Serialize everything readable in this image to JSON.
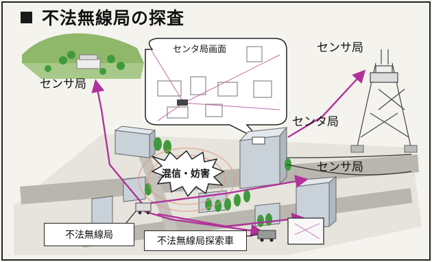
{
  "title": "不法無線局の探査",
  "labels": {
    "sensor_left": "センサ局",
    "sensor_top_right": "センサ局",
    "center_station": "センタ局",
    "sensor_right": "センサ局",
    "center_screen": "センタ局画面",
    "interference": "混信・妨害",
    "illegal_station": "不法無線局",
    "search_vehicle": "不法無線局探索車"
  },
  "colors": {
    "signal_arrow": "#b0329a",
    "border": "#222222",
    "hill": "#8fb86a",
    "tree": "#3f9a3a",
    "building": "#c9d2d9"
  }
}
